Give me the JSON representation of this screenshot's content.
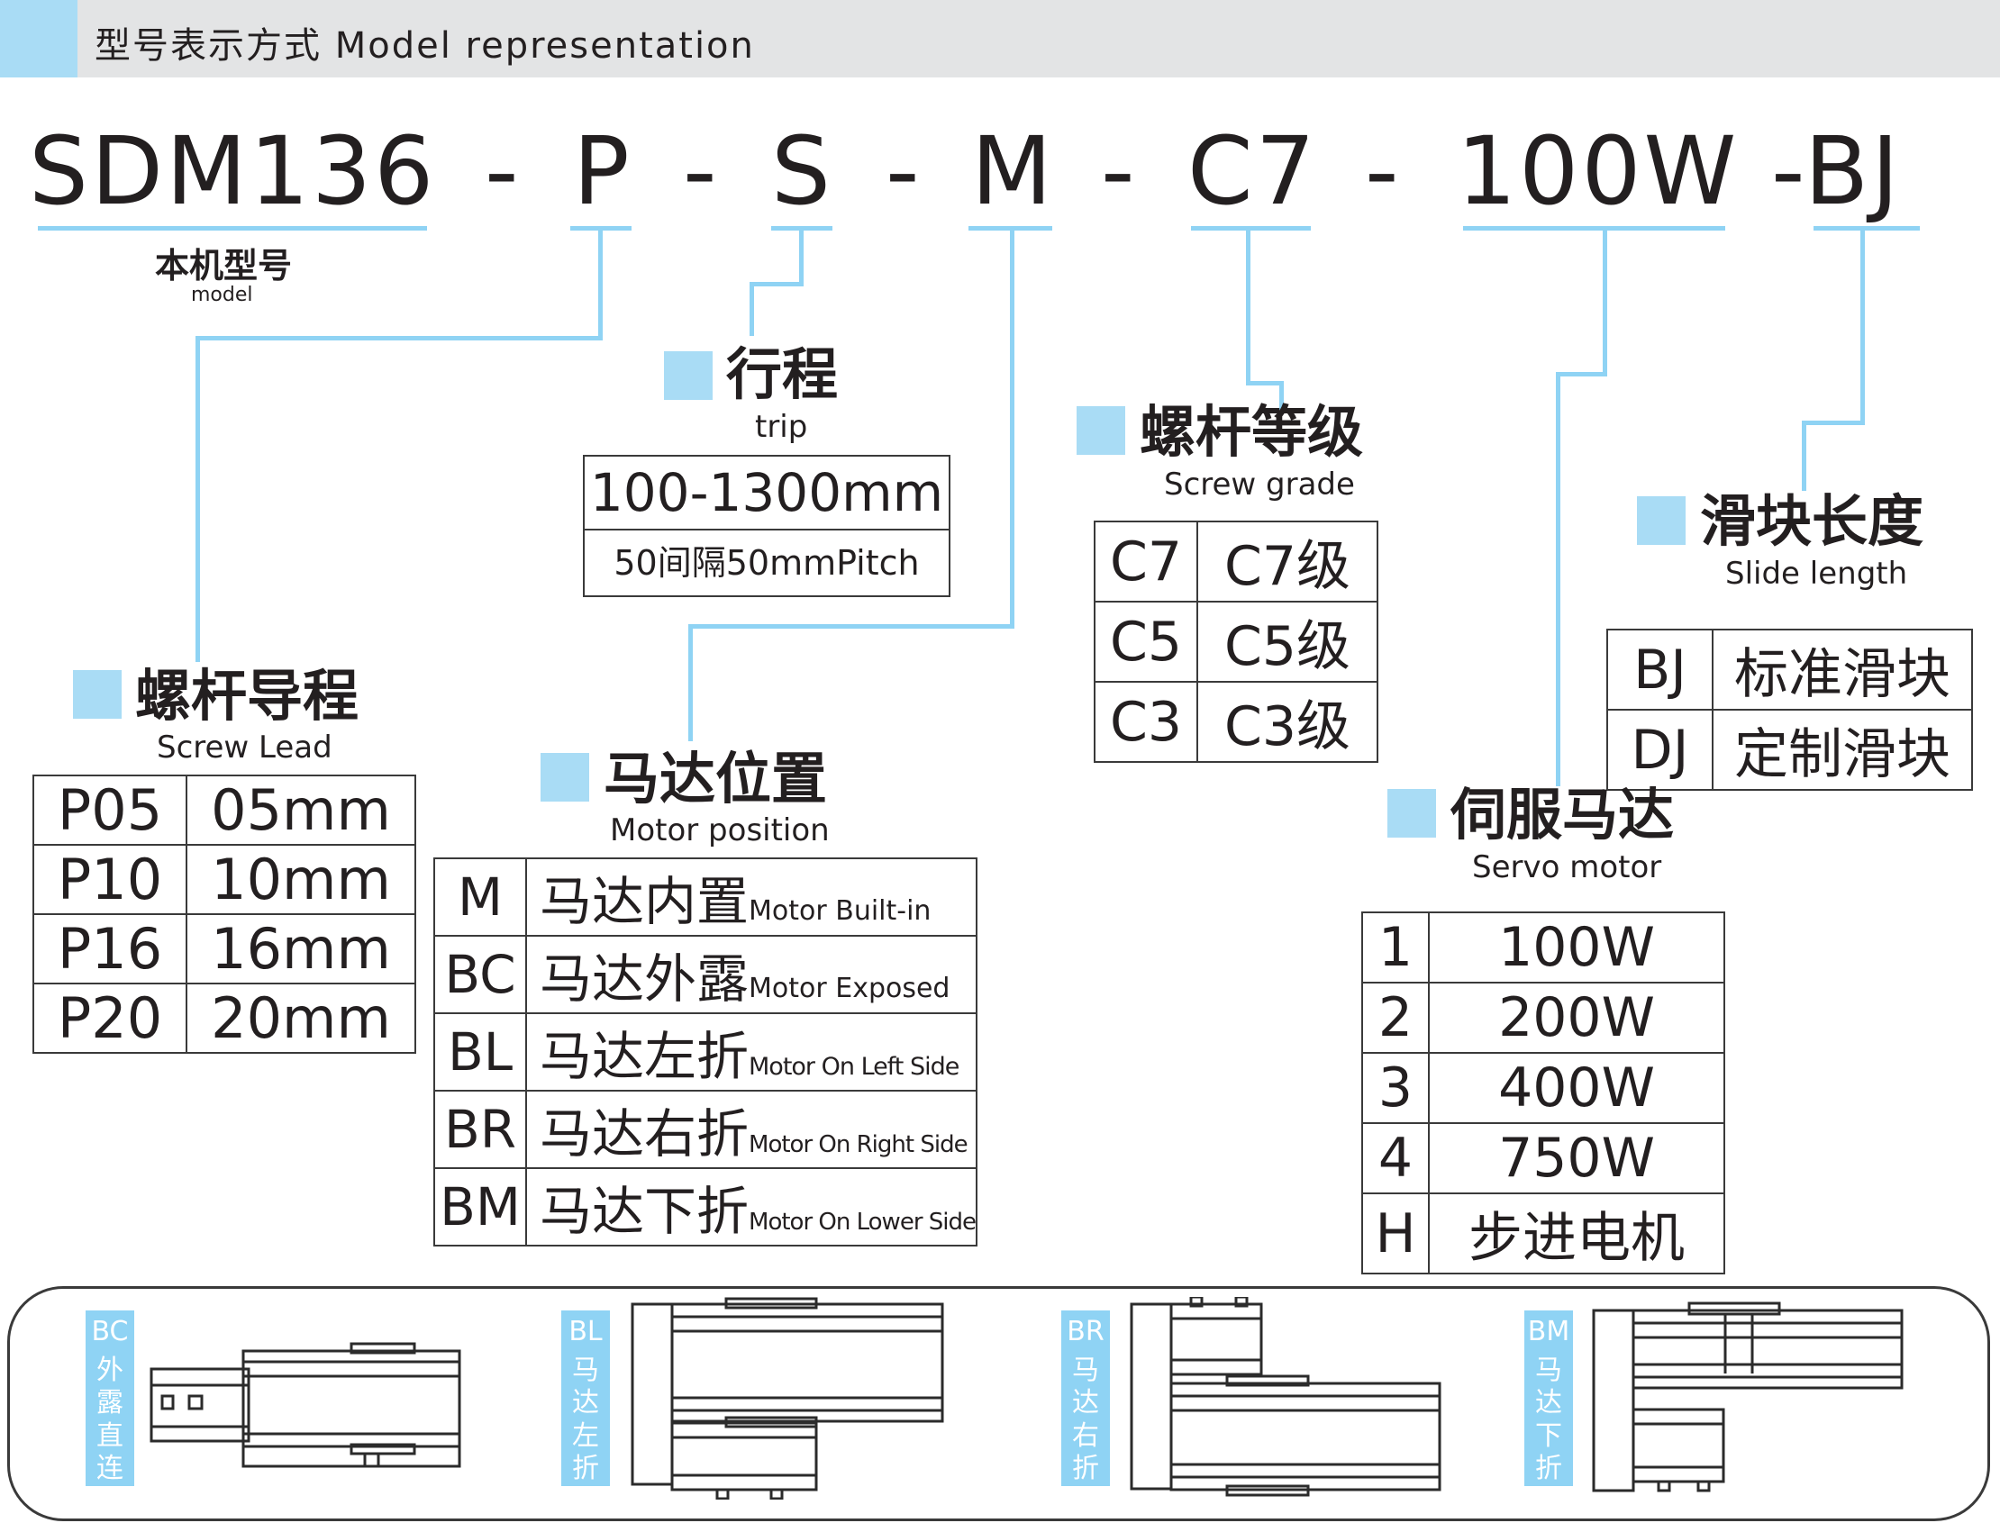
{
  "header": {
    "title": "型号表示方式  Model representation"
  },
  "code_parts": [
    "SDM136",
    "-",
    "P",
    "-",
    "S",
    "-",
    "M",
    "-",
    "C7",
    "-",
    "100W",
    "-BJ"
  ],
  "model": {
    "cn": "本机型号",
    "en": "model"
  },
  "trip": {
    "cn": "行程",
    "en": "trip",
    "range": "100-1300mm",
    "pitch": "50间隔50mmPitch"
  },
  "screw_grade": {
    "cn": "螺杆等级",
    "en": "Screw grade",
    "rows": [
      {
        "code": "C7",
        "desc": "C7级"
      },
      {
        "code": "C5",
        "desc": "C5级"
      },
      {
        "code": "C3",
        "desc": "C3级"
      }
    ]
  },
  "slide_length": {
    "cn": "滑块长度",
    "en": "Slide length",
    "rows": [
      {
        "code": "BJ",
        "desc": "标准滑块"
      },
      {
        "code": "DJ",
        "desc": "定制滑块"
      }
    ]
  },
  "screw_lead": {
    "cn": "螺杆导程",
    "en": "Screw Lead",
    "rows": [
      {
        "code": "P05",
        "desc": "05mm"
      },
      {
        "code": "P10",
        "desc": "10mm"
      },
      {
        "code": "P16",
        "desc": "16mm"
      },
      {
        "code": "P20",
        "desc": "20mm"
      }
    ]
  },
  "motor_position": {
    "cn": "马达位置",
    "en": "Motor position",
    "rows": [
      {
        "code": "M",
        "cn": "马达内置",
        "en": "Motor Built-in"
      },
      {
        "code": "BC",
        "cn": "马达外露",
        "en": "Motor Exposed"
      },
      {
        "code": "BL",
        "cn": "马达左折",
        "en": "Motor On Left Side"
      },
      {
        "code": "BR",
        "cn": "马达右折",
        "en": "Motor On Right Side"
      },
      {
        "code": "BM",
        "cn": "马达下折",
        "en": "Motor On Lower Side"
      }
    ]
  },
  "servo_motor": {
    "cn": "伺服马达",
    "en": "Servo motor",
    "rows": [
      {
        "code": "1",
        "desc": "100W"
      },
      {
        "code": "2",
        "desc": "200W"
      },
      {
        "code": "3",
        "desc": "400W"
      },
      {
        "code": "4",
        "desc": "750W"
      },
      {
        "code": "H",
        "desc": "步进电机"
      }
    ]
  },
  "illustrations": [
    {
      "code": "BC",
      "chars": [
        "外",
        "露",
        "直",
        "连"
      ]
    },
    {
      "code": "BL",
      "chars": [
        "马",
        "达",
        "左",
        "折"
      ]
    },
    {
      "code": "BR",
      "chars": [
        "马",
        "达",
        "右",
        "折"
      ]
    },
    {
      "code": "BM",
      "chars": [
        "马",
        "达",
        "下",
        "折"
      ]
    }
  ],
  "colors": {
    "accent": "#8fd3f4",
    "accent_light": "#a9dcf5",
    "header_bg": "#e3e4e5",
    "text": "#231f20"
  }
}
